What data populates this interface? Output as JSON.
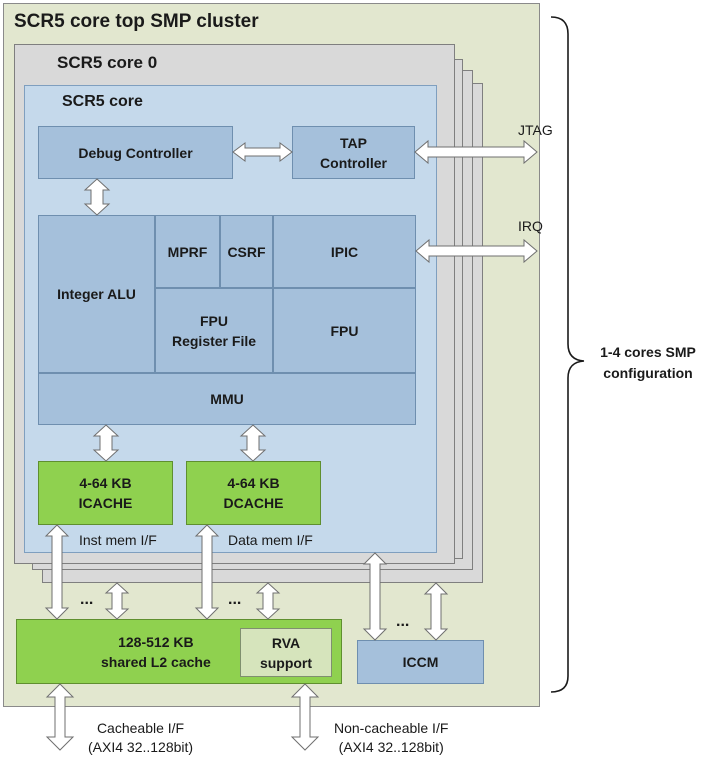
{
  "cluster": {
    "title": "SCR5 core top SMP cluster"
  },
  "core0": {
    "title": "SCR5 core 0"
  },
  "core": {
    "title": "SCR5 core",
    "debug_controller": "Debug Controller",
    "tap_controller": "TAP\nController",
    "integer_alu": "Integer ALU",
    "mprf": "MPRF",
    "csrf": "CSRF",
    "ipic": "IPIC",
    "fpu_register_file": "FPU\nRegister File",
    "fpu": "FPU",
    "mmu": "MMU",
    "icache": "4-64 KB\nICACHE",
    "dcache": "4-64 KB\nDCACHE",
    "inst_mem_if": "Inst mem I/F",
    "data_mem_if": "Data mem I/F"
  },
  "external": {
    "jtag": "JTAG",
    "irq": "IRQ",
    "l2_cache": "128-512 KB\nshared L2 cache",
    "rva_support": "RVA\nsupport",
    "iccm": "ICCM",
    "cacheable_if": "Cacheable I/F\n(AXI4 32..128bit)",
    "noncacheable_if": "Non-cacheable I/F\n(AXI4 32..128bit)",
    "dots": "..."
  },
  "configuration": "1-4 cores SMP\nconfiguration"
}
